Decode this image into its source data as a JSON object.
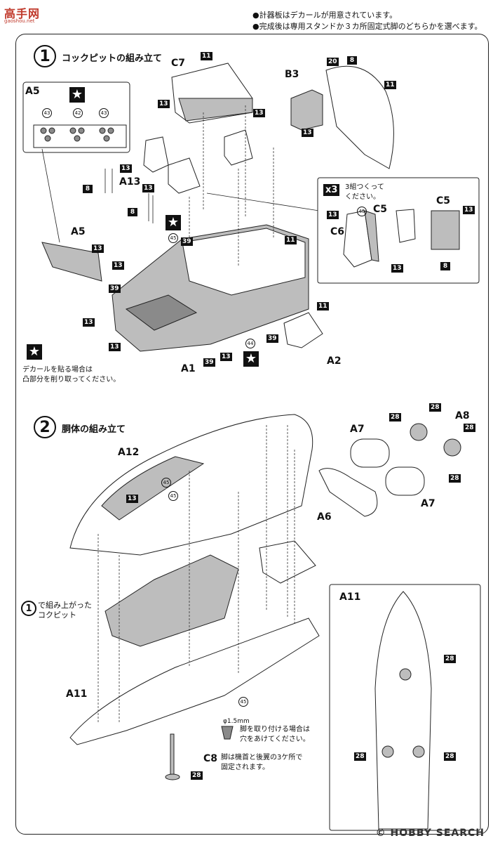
{
  "logo": {
    "text": "高手网",
    "sub": "gaoshou.net"
  },
  "notes": [
    "●計器板はデカールが用意されています。",
    "●完成後は専用スタンドか３カ所固定式脚のどちらかを選べます。"
  ],
  "step1": {
    "number": "1",
    "title": "コックピットの組み立て",
    "star_note": [
      "デカールを貼る場合は",
      "凸部分を削り取ってください。"
    ],
    "x3_badge": "x3",
    "x3_text": [
      "3組つくって",
      "ください。"
    ],
    "labels": {
      "A5_top": "A5",
      "C7": "C7",
      "B3": "B3",
      "A13": "A13",
      "A5_mid": "A5",
      "A1": "A1",
      "A2": "A2",
      "C5_a": "C5",
      "C5_b": "C5",
      "C6": "C6"
    },
    "decal_numbers": [
      "43",
      "42",
      "43"
    ],
    "part_numbers": {
      "n11a": "11",
      "n13a": "13",
      "n13b": "13",
      "n20": "20",
      "n8a": "8",
      "n11b": "11",
      "n13c": "13",
      "n13d": "13",
      "n8b": "8",
      "n8c": "8",
      "n13e": "13",
      "n45a": "45",
      "n39a": "39",
      "n13f": "13",
      "n39b": "39",
      "n13g": "13",
      "n11c": "11",
      "n13h": "13",
      "n13i": "13",
      "n39c": "39",
      "n13j": "13",
      "n44": "44",
      "n39d": "39",
      "n11d": "11",
      "n13k": "13",
      "n45b": "45",
      "n13l": "13",
      "n13m": "13",
      "n8d": "8"
    }
  },
  "step2": {
    "number": "2",
    "title": "胴体の組み立て",
    "cockpit_ref": "1",
    "cockpit_text": [
      "で組み上がった",
      "コクピット"
    ],
    "labels": {
      "A12": "A12",
      "A7_a": "A7",
      "A8": "A8",
      "A6": "A6",
      "A7_b": "A7",
      "A11_a": "A11",
      "A11_b": "A11",
      "C8": "C8"
    },
    "part_numbers": {
      "n45a": "45",
      "n13": "13",
      "n45b": "45",
      "n28a": "28",
      "n28b": "28",
      "n28c": "28",
      "n28d": "28",
      "n45c": "45",
      "n28e": "28",
      "n28f": "28",
      "n28g": "28",
      "n28h": "28"
    },
    "drill_size": "φ1.5mm",
    "drill_text": [
      "脚を取り付ける場合は",
      "穴をあけてください。"
    ],
    "c8_text": [
      "脚は機首と後翼の3ケ所で",
      "固定されます。"
    ]
  },
  "watermark": "© HOBBY SEARCH"
}
